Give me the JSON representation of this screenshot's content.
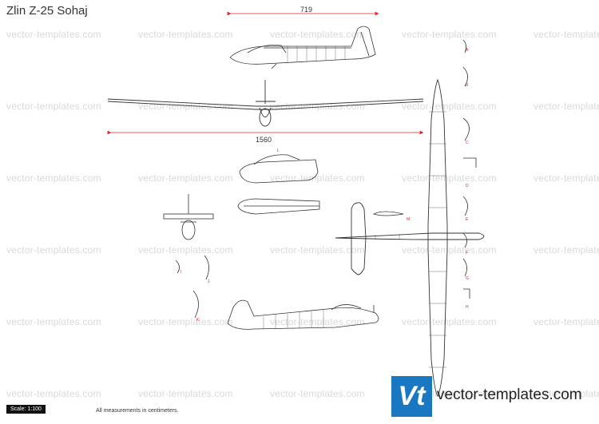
{
  "title": "Zlin Z-25 Sohaj",
  "watermark_text": "vector-templates.com",
  "dimensions": {
    "length": "719",
    "wingspan": "1560"
  },
  "section_labels": [
    "A",
    "B",
    "C",
    "D",
    "E",
    "F",
    "G",
    "H",
    "I",
    "J",
    "K",
    "L",
    "M"
  ],
  "footer": {
    "scale": "Scale: 1:100",
    "note": "All measurements in centimeters."
  },
  "logo": {
    "mark": "Vt",
    "text": "vector-templates.com"
  },
  "colors": {
    "dimension_line": "#e8202a",
    "logo_blue": "#1a78c2",
    "line_art": "#333333"
  }
}
